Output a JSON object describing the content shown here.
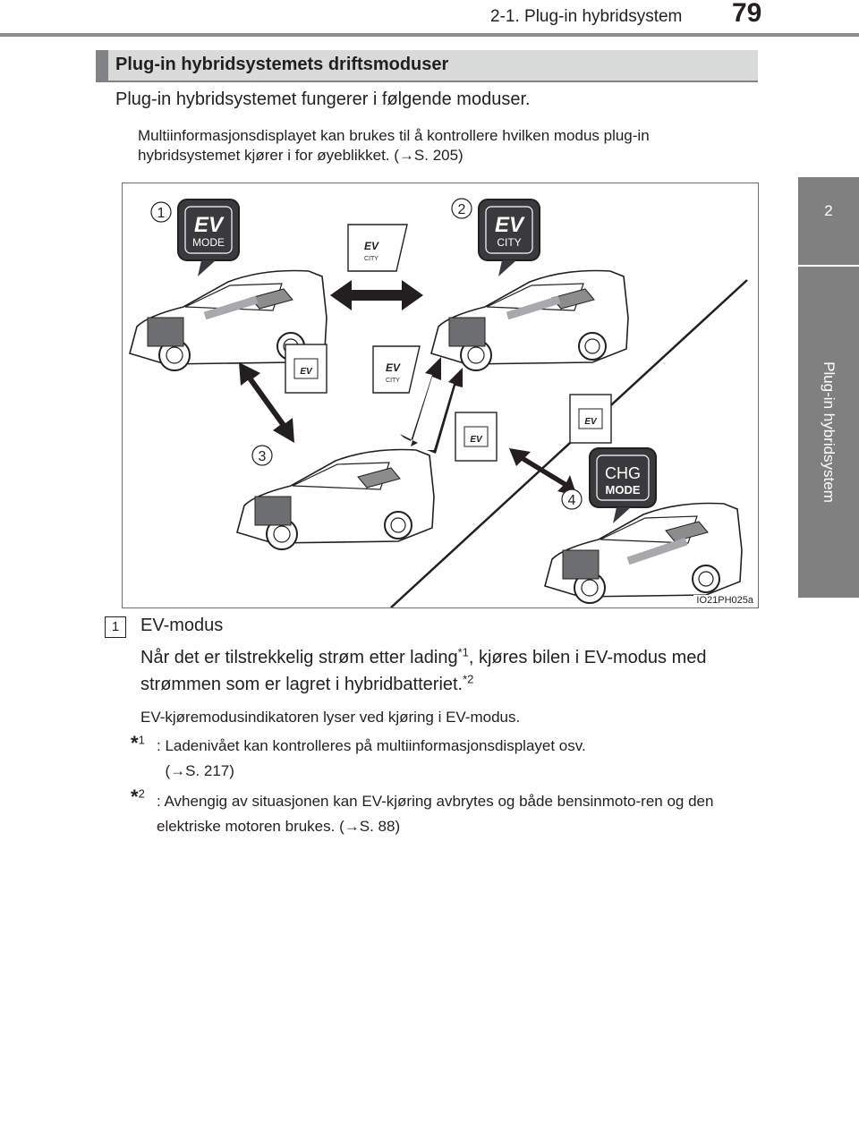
{
  "header": {
    "section_title": "2-1. Plug-in hybridsystem",
    "page_number": "79"
  },
  "side_tab": {
    "chapter_number": "2",
    "chapter_title": "Plug-in hybridsystem"
  },
  "section": {
    "heading": "Plug-in hybridsystemets driftsmoduser",
    "intro": "Plug-in hybridsystemet fungerer i følgende moduser.",
    "note_part1": "Multiinformasjonsdisplayet kan brukes til å kontrollere hvilken modus plug-in hybridsystemet kjører i for øyeblikket. (",
    "note_arrow": "→",
    "note_ref": "S. 205)"
  },
  "figure": {
    "figure_id": "IO21PH025a",
    "callouts": [
      "1",
      "2",
      "3",
      "4"
    ],
    "badges": {
      "ev_mode_top": "EV",
      "ev_mode_bottom": "MODE",
      "ev_city_top": "EV",
      "ev_city_bottom": "CITY",
      "chg_top": "CHG",
      "chg_bottom": "MODE",
      "small_ev": "EV",
      "small_city": "CITY"
    }
  },
  "item1": {
    "number": "1",
    "title": "EV-modus",
    "body_a": "Når det er tilstrekkelig strøm etter lading",
    "sup_a": "*1",
    "body_b": ", kjøres bilen i EV-modus med strømmen som er lagret i hybridbatteriet.",
    "sup_b": "*2",
    "indicator_note": "EV-kjøremodusindikatoren lyser ved kjøring i EV-modus."
  },
  "footnotes": [
    {
      "star": "*",
      "num": "1",
      "text": ": Ladenivået kan kontrolleres på multiinformasjonsdisplayet osv.",
      "arrow": "→",
      "ref": "S. 217)"
    },
    {
      "star": "*",
      "num": "2",
      "text": ": Avhengig av situasjonen kan EV-kjøring avbrytes og både bensinmoto-ren og den elektriske motoren brukes. (",
      "arrow": "→",
      "ref": "S. 88)"
    }
  ]
}
